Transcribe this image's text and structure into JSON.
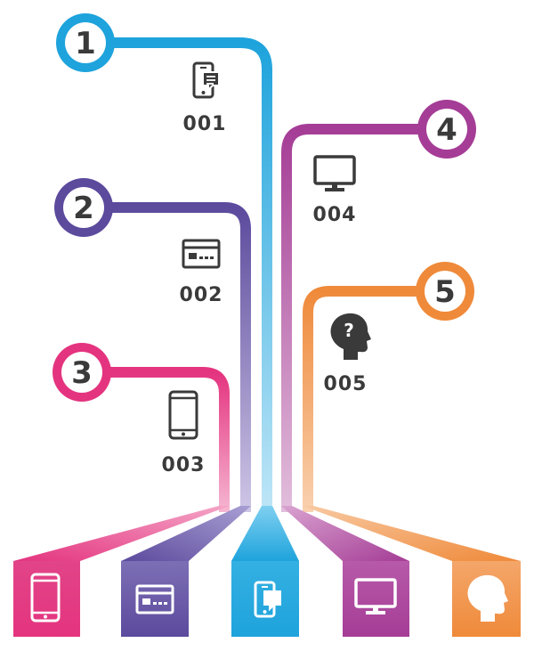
{
  "colors": {
    "blue": "#1ea3dc",
    "purple": "#5c4a9d",
    "pink": "#e4347f",
    "magenta": "#a53d96",
    "orange": "#ef8a3a",
    "icon": "#3a3a3a"
  },
  "branches": [
    {
      "number": "1",
      "code": "001",
      "icon": "phone-message-icon",
      "color": "blue"
    },
    {
      "number": "2",
      "code": "002",
      "icon": "browser-window-icon",
      "color": "purple"
    },
    {
      "number": "3",
      "code": "003",
      "icon": "smartphone-icon",
      "color": "pink"
    },
    {
      "number": "4",
      "code": "004",
      "icon": "monitor-icon",
      "color": "magenta"
    },
    {
      "number": "5",
      "code": "005",
      "icon": "head-question-icon",
      "color": "orange"
    }
  ]
}
